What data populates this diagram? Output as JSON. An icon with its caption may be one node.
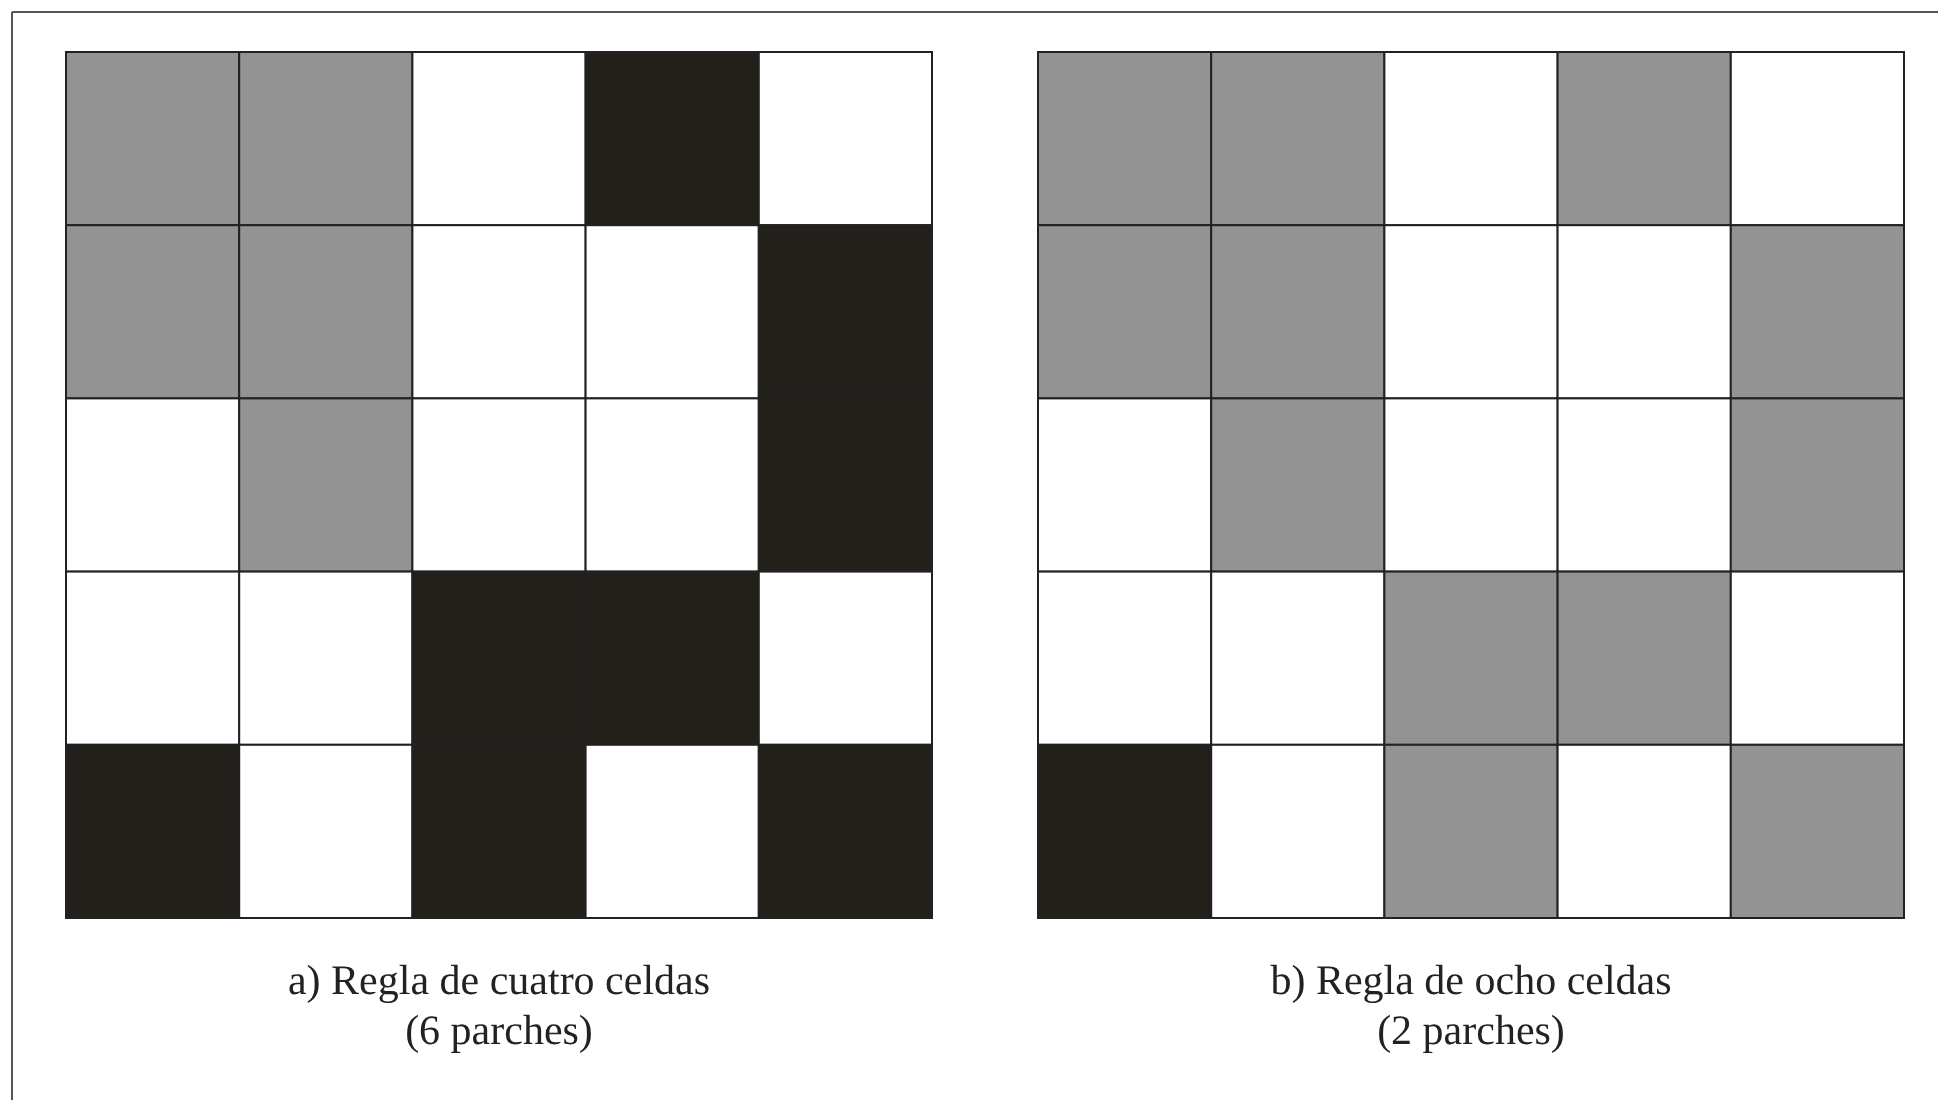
{
  "diagram": {
    "labels": [
      "a) Regla de cuatro celdas",
      "(6 parches)",
      "b) Regla de ocho celdas",
      "(2 parches)"
    ]
  }
}
